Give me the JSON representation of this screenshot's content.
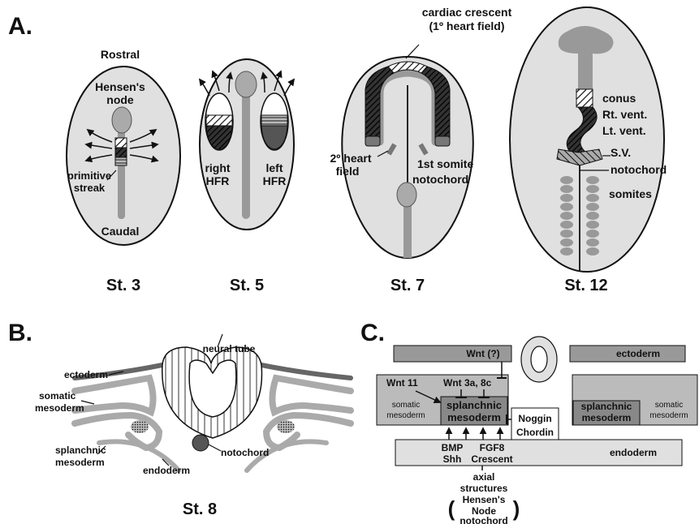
{
  "panel_a": {
    "letter": "A.",
    "st3": {
      "rostral": "Rostral",
      "hensens_node": [
        "Hensen's",
        "node"
      ],
      "primitive_streak": [
        "primitive",
        "streak"
      ],
      "caudal": "Caudal",
      "stage": "St. 3"
    },
    "st5": {
      "right_hfr": [
        "right",
        "HFR"
      ],
      "left_hfr": [
        "left",
        "HFR"
      ],
      "stage": "St. 5"
    },
    "st7": {
      "cardiac_crescent": [
        "cardiac crescent",
        "(1º heart field)"
      ],
      "second_heart_field": [
        "2º heart",
        "field"
      ],
      "first_somite": "1st somite",
      "notochord": "notochord",
      "stage": "St. 7"
    },
    "st12": {
      "conus": "conus",
      "rt_vent": "Rt. vent.",
      "lt_vent": "Lt. vent.",
      "sv": "S.V.",
      "notochord": "notochord",
      "somites": "somites",
      "stage": "St. 12"
    }
  },
  "panel_b": {
    "letter": "B.",
    "neural_tube": "neural tube",
    "ectoderm": "ectoderm",
    "somatic_mesoderm": [
      "somatic",
      "mesoderm"
    ],
    "splanchnic_mesoderm": [
      "splanchnic",
      "mesoderm"
    ],
    "endoderm": "endoderm",
    "notochord": "notochord",
    "stage": "St. 8"
  },
  "panel_c": {
    "letter": "C.",
    "wnt": "Wnt (?)",
    "ectoderm": "ectoderm",
    "wnt11": "Wnt 11",
    "wnt3a8c": "Wnt 3a, 8c",
    "somatic_mesoderm_left": [
      "somatic",
      "mesoderm"
    ],
    "splanchnic_mesoderm_left": [
      "splanchnic",
      "mesoderm"
    ],
    "noggin_chordin": [
      "Noggin",
      "Chordin"
    ],
    "splanchnic_mesoderm_right": [
      "splanchnic",
      "mesoderm"
    ],
    "somatic_mesoderm_right": [
      "somatic",
      "mesoderm"
    ],
    "endoderm": "endoderm",
    "bmp_shh": [
      "BMP",
      "Shh"
    ],
    "fgf8_crescent": [
      "FGF8",
      "Crescent"
    ],
    "axial_structures": [
      "axial",
      "structures"
    ],
    "hensens_node_notochord": [
      "Hensen's",
      "Node",
      "notochord"
    ]
  }
}
